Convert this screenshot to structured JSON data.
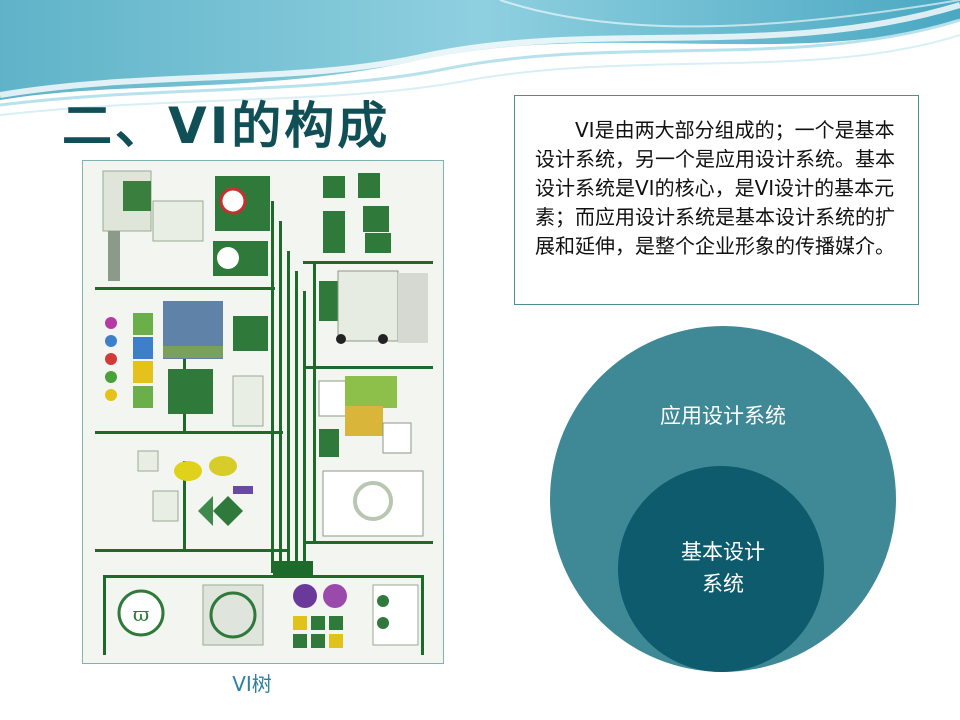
{
  "slide": {
    "title": "二、VI的构成",
    "figure_caption": "VI树",
    "paragraph": "VI是由两大部分组成的；一个是基本设计系统，另一个是应用设计系统。基本设计系统是VI的核心，是VI设计的基本元素；而应用设计系统是基本设计系统的扩展和延伸，是整个企业形象的传播媒介。",
    "venn": {
      "outer_label": "应用设计系统",
      "inner_label_line1": "基本设计",
      "inner_label_line2": "系统"
    }
  },
  "colors": {
    "title": "#0f4f55",
    "venn_outer": "#3f8996",
    "venn_inner": "#0f5b6e",
    "tree_green": "#1d6a2a",
    "caption": "#2f7fa0"
  }
}
